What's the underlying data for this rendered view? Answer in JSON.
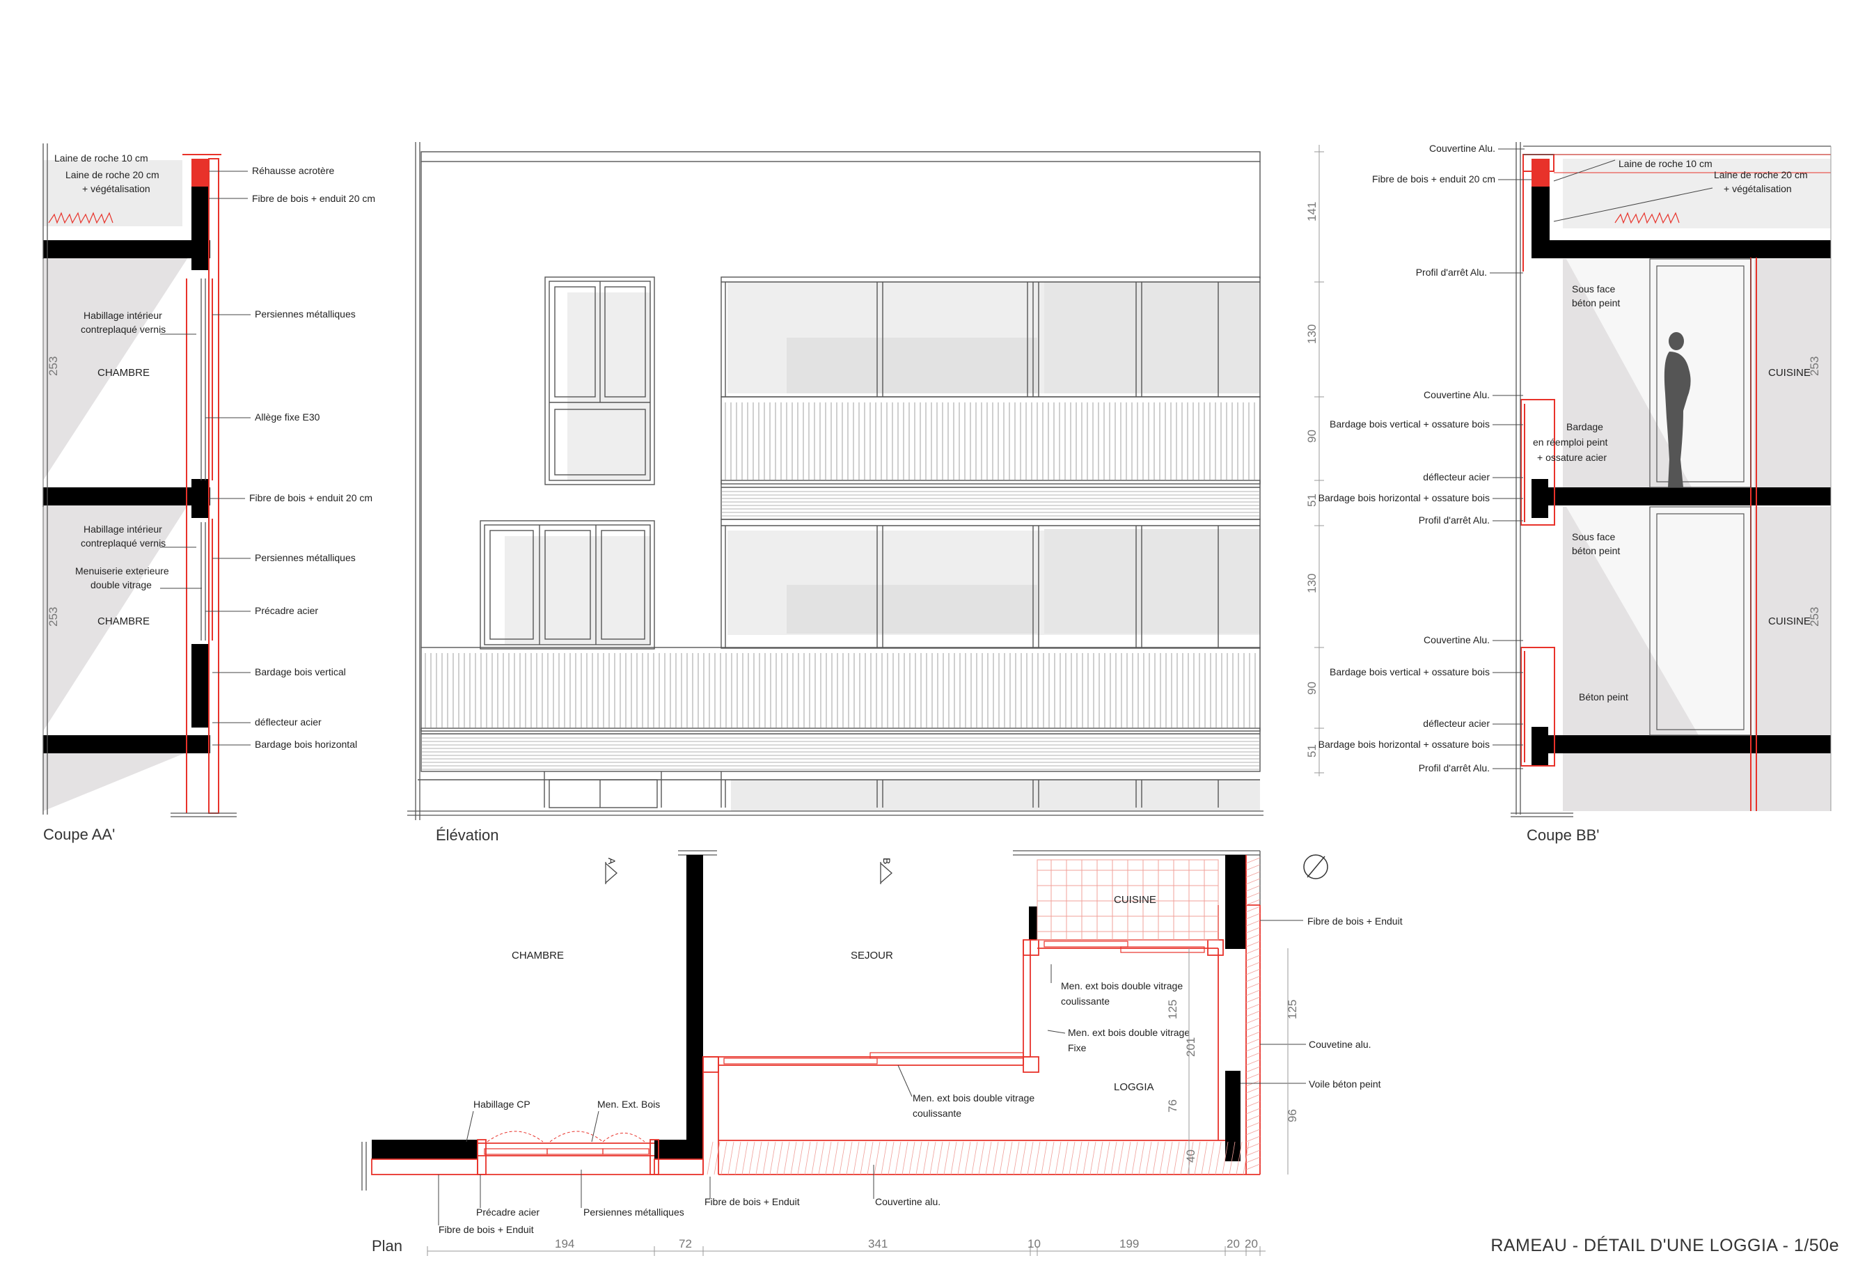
{
  "title": "RAMEAU - DÉTAIL D'UNE LOGGIA - 1/50e",
  "views": {
    "coupe_aa": "Coupe AA'",
    "elevation": "Élévation",
    "coupe_bb": "Coupe BB'",
    "plan": "Plan"
  },
  "coupe_aa": {
    "labels_left": [
      "Laine de roche 10 cm",
      "Laine de roche 20 cm",
      "+ végétalisation",
      "Habillage intérieur",
      "contreplaqué vernis",
      "Habillage intérieur",
      "contreplaqué vernis",
      "Menuiserie exterieure",
      "double vitrage"
    ],
    "labels_right": [
      "Réhausse acrotère",
      "Fibre de bois + enduit 20 cm",
      "Persiennes métalliques",
      "Allège fixe E30",
      "Fibre de bois + enduit 20 cm",
      "Persiennes métalliques",
      "Précadre acier",
      "Bardage bois vertical",
      "déflecteur acier",
      "Bardage bois horizontal"
    ],
    "rooms": [
      "CHAMBRE",
      "CHAMBRE"
    ],
    "dims": [
      "253",
      "253"
    ]
  },
  "elevation": {
    "dims": [
      "141",
      "130",
      "90",
      "51",
      "130",
      "90",
      "51"
    ]
  },
  "coupe_bb": {
    "labels_left": [
      "Couvertine Alu.",
      "Fibre de bois + enduit 20 cm",
      "Profil d'arrêt Alu.",
      "Couvertine Alu.",
      "Bardage bois vertical + ossature bois",
      "déflecteur acier",
      "Bardage bois horizontal + ossature bois",
      "Profil d'arrêt Alu.",
      "Couvertine Alu.",
      "Bardage bois vertical + ossature bois",
      "déflecteur acier",
      "Bardage bois horizontal + ossature bois",
      "Profil d'arrêt Alu."
    ],
    "labels_inner": [
      "Laine de roche 10 cm",
      "Laine de roche 20 cm",
      "+ végétalisation",
      "Sous face",
      "béton peint",
      "Bardage",
      "en réemploi peint",
      "+ ossature acier",
      "Sous face",
      "béton peint",
      "Béton peint"
    ],
    "rooms": [
      "CUISINE",
      "CUISINE"
    ],
    "dims": [
      "253",
      "253"
    ]
  },
  "plan": {
    "section_marks": [
      "A",
      "B"
    ],
    "rooms": [
      "CHAMBRE",
      "SEJOUR",
      "CUISINE",
      "LOGGIA"
    ],
    "labels": [
      "Fibre de bois + Enduit",
      "Men. ext bois double vitrage",
      "coulissante",
      "Men. ext bois double vitrage",
      "Fixe",
      "Couvetine alu.",
      "Voile béton peint",
      "Men. ext bois double vitrage",
      "coulissante",
      "Habillage CP",
      "Men. Ext. Bois",
      "Précadre acier",
      "Fibre de bois + Enduit",
      "Persiennes métalliques",
      "Fibre de bois + Enduit",
      "Couvertine alu."
    ],
    "dims_vertical": [
      "125",
      "201",
      "76",
      "40",
      "125",
      "96"
    ],
    "dims_bottom": [
      "194",
      "72",
      "341",
      "10",
      "199",
      "20",
      "20"
    ]
  },
  "colors": {
    "accent": "#e8322a",
    "structure": "#000000",
    "shade": "#e4e2e3",
    "line": "#555555"
  }
}
